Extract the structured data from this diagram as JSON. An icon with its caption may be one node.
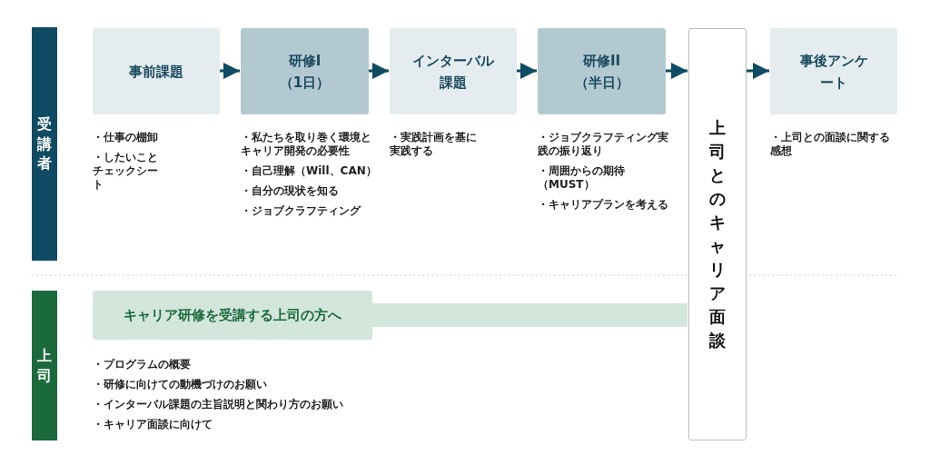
{
  "diagram": {
    "nodes": [
      {
        "text": [
          "受講者"
        ]
      },
      {
        "text": [
          "上司"
        ]
      },
      {
        "text": [
          "事前課題"
        ],
        "beside": [
          "・仕事の棚卸",
          "・したいことチェックシート"
        ]
      },
      {
        "text": [
          "研修I（1日）"
        ],
        "beside": [
          "・私たちを取り巻く環境とキャリア開発の必要性",
          "・自己理解（Will、CAN）",
          "・自分の現状を知る",
          "・ジョブクラフティング"
        ]
      },
      {
        "text": [
          "インターバル課題"
        ],
        "beside": [
          "・実践計画を基に実践する"
        ]
      },
      {
        "text": [
          "研修II（半日）"
        ],
        "beside": [
          "・ジョブクラフティング実践の振り返り",
          "・周囲からの期待（MUST）",
          "・キャリアプランを考える"
        ]
      },
      {
        "text": [
          "上司とのキャリア面談"
        ]
      },
      {
        "text": [
          "事後アンケート"
        ],
        "beside": [
          "・上司との面談に関する感想"
        ]
      },
      {
        "text": [
          "キャリア研修を受講する上司の方へ"
        ],
        "beside": [
          "・プログラムの概要",
          "・研修に向けての動機づけのお願い",
          "・インターバル課題の主旨説明と関わり方のお願い",
          "・キャリア面談に向けて"
        ]
      }
    ],
    "edges": [
      {
        "from": 2,
        "to": 3,
        "arrow": "to"
      },
      {
        "from": 3,
        "to": 4,
        "arrow": "to"
      },
      {
        "from": 4,
        "to": 5,
        "arrow": "to"
      },
      {
        "from": 5,
        "to": 6,
        "arrow": "to"
      },
      {
        "from": 6,
        "to": 7,
        "arrow": "to"
      },
      {
        "from": 8,
        "to": 6,
        "arrow": "to",
        "style": "thick",
        "color": "#d3e6db"
      }
    ]
  }
}
